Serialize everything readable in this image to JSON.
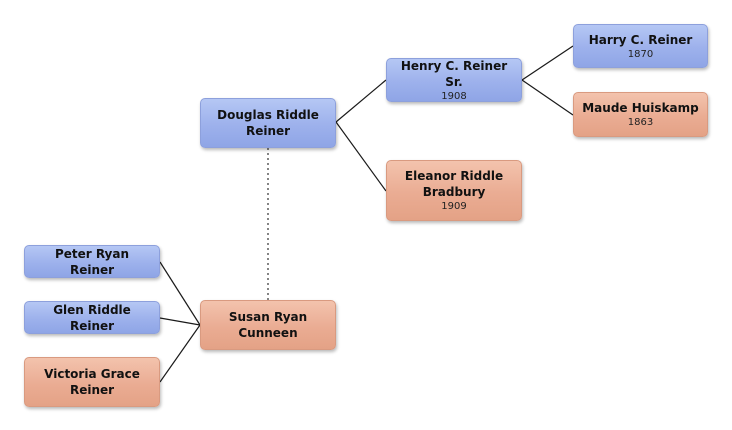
{
  "people": {
    "harry": {
      "name": "Harry C. Reiner",
      "year": "1870",
      "gender": "male"
    },
    "maude": {
      "name": "Maude Huiskamp",
      "year": "1863",
      "gender": "female"
    },
    "henry": {
      "name": "Henry C. Reiner Sr.",
      "year": "1908",
      "gender": "male"
    },
    "eleanor": {
      "name": "Eleanor Riddle Bradbury",
      "year": "1909",
      "gender": "female"
    },
    "douglas": {
      "name": "Douglas Riddle Reiner",
      "year": "",
      "gender": "male"
    },
    "susan": {
      "name": "Susan Ryan Cunneen",
      "year": "",
      "gender": "female"
    },
    "peter": {
      "name": "Peter Ryan Reiner",
      "year": "",
      "gender": "male"
    },
    "glen": {
      "name": "Glen Riddle Reiner",
      "year": "",
      "gender": "male"
    },
    "victoria": {
      "name": "Victoria Grace Reiner",
      "year": "",
      "gender": "female"
    }
  },
  "relations": {
    "parents": [
      {
        "child": "henry",
        "parents": [
          "harry",
          "maude"
        ]
      },
      {
        "child": "douglas",
        "parents": [
          "henry",
          "eleanor"
        ]
      },
      {
        "child": "peter",
        "parents": [
          "susan"
        ]
      },
      {
        "child": "glen",
        "parents": [
          "susan"
        ]
      },
      {
        "child": "victoria",
        "parents": [
          "susan"
        ]
      }
    ],
    "spouses": [
      {
        "a": "douglas",
        "b": "susan",
        "style": "dotted"
      }
    ]
  },
  "colors": {
    "male": "#9db1ec",
    "female": "#eaac93",
    "line": "#1a1a1a"
  }
}
